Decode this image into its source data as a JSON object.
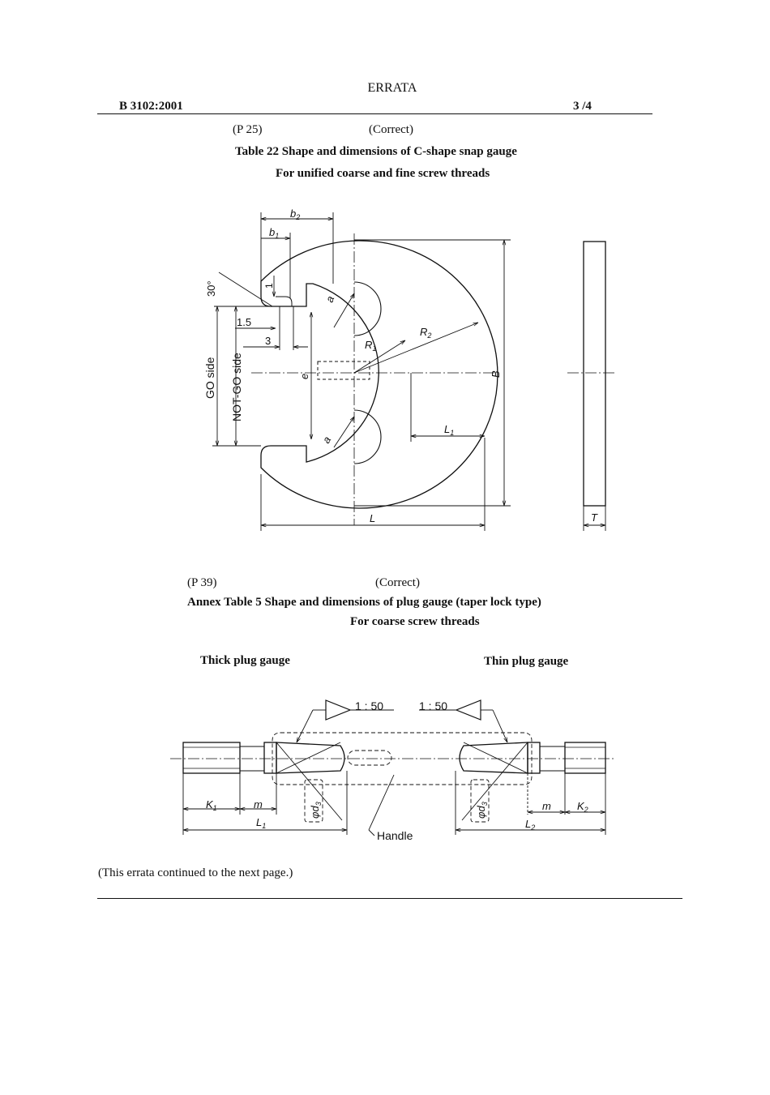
{
  "header": {
    "title": "ERRATA",
    "doc_id": "B 3102:2001",
    "page": "3 /4"
  },
  "section1": {
    "page_ref": "(P 25)",
    "status": "(Correct)",
    "title": "Table 22 Shape and dimensions of C-shape snap gauge",
    "subtitle": "For unified coarse and fine screw threads",
    "labels": {
      "b2": "b",
      "b2_sub": "2",
      "b1": "b",
      "b1_sub": "1",
      "angle": "30°",
      "one": "1",
      "one_five": "1.5",
      "three": "3",
      "go_side": "GO side",
      "not_go_side": "NOT-GO side",
      "e": "e",
      "a_top": "a",
      "a_bottom": "a",
      "r1": "R",
      "r1_sub": "1",
      "r2": "R",
      "r2_sub": "2",
      "b_big": "B",
      "l1": "L",
      "l1_sub": "1",
      "l": "L",
      "t": "T"
    }
  },
  "section2": {
    "page_ref": "(P 39)",
    "status": "(Correct)",
    "title": "Annex Table 5 Shape and dimensions of plug gauge (taper lock type)",
    "subtitle": "For coarse screw threads",
    "thick_label": "Thick plug gauge",
    "thin_label": "Thin plug gauge",
    "labels": {
      "taper_left": "1 : 50",
      "taper_right": "1 : 50",
      "k1": "K",
      "k1_sub": "1",
      "m_left": "m",
      "l1": "L",
      "l1_sub": "1",
      "phi_d3_left": "φd",
      "phi_d3_left_sub": "3",
      "phi_d3_right": "φd",
      "phi_d3_right_sub": "3",
      "handle": "Handle",
      "m_right": "m",
      "k2": "K",
      "k2_sub": "2",
      "l2": "L",
      "l2_sub": "2"
    }
  },
  "footer": {
    "continued": "(This errata continued to the next page.)"
  }
}
